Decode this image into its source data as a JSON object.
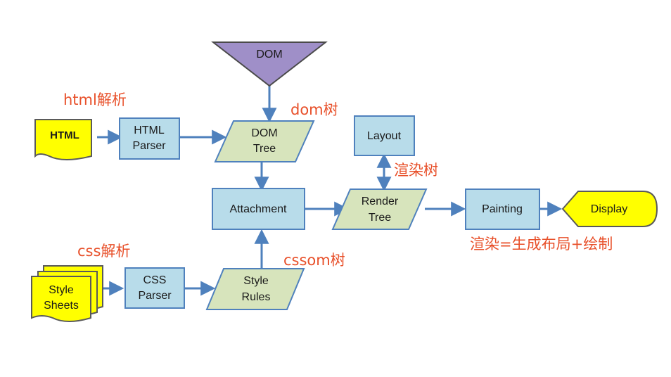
{
  "diagram": {
    "nodes": {
      "dom": "DOM",
      "html": "HTML",
      "html_parser_1": "HTML",
      "html_parser_2": "Parser",
      "dom_tree_1": "DOM",
      "dom_tree_2": "Tree",
      "layout": "Layout",
      "attachment": "Attachment",
      "render_tree_1": "Render",
      "render_tree_2": "Tree",
      "painting": "Painting",
      "display": "Display",
      "style_sheets_1": "Style",
      "style_sheets_2": "Sheets",
      "css_parser_1": "CSS",
      "css_parser_2": "Parser",
      "style_rules_1": "Style",
      "style_rules_2": "Rules"
    },
    "annotations": {
      "html_parse": "html解析",
      "dom_tree": "dom树",
      "render_tree": "渲染树",
      "css_parse": "css解析",
      "cssom_tree": "cssom树",
      "render_formula": "渲染=生成布局+绘制"
    },
    "colors": {
      "process_fill": "#b8dcea",
      "process_stroke": "#4f81bd",
      "data_fill": "#d7e4bc",
      "data_stroke": "#4f81bd",
      "doc_fill": "#ffff00",
      "doc_stroke": "#5a5a5a",
      "dom_fill": "#9f8fc8",
      "arrow": "#4f81bd",
      "annotation": "#e8502a"
    }
  }
}
